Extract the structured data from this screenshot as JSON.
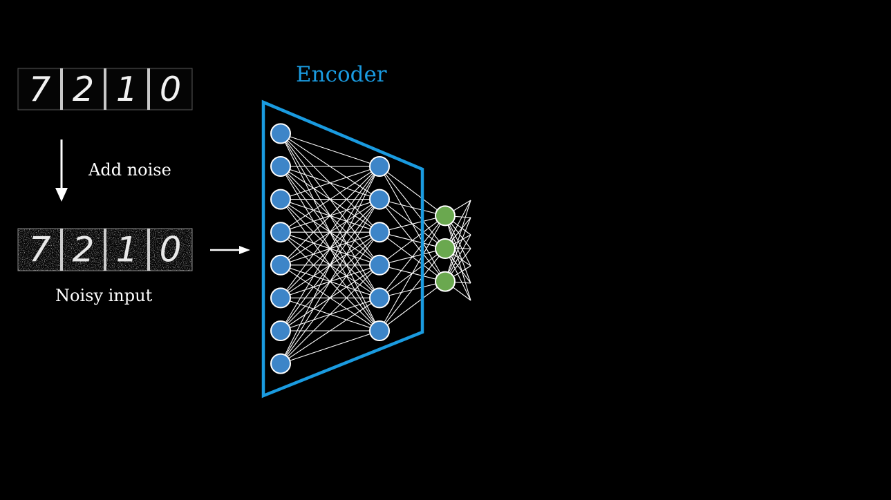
{
  "labels": {
    "add_noise": "Add noise",
    "noisy_input": "Noisy input",
    "encoder": "Encoder"
  },
  "digits": {
    "clean": [
      "7",
      "2",
      "1",
      "0"
    ],
    "noisy": [
      "7",
      "2",
      "1",
      "0"
    ]
  },
  "network": {
    "layer_sizes": [
      8,
      6,
      3
    ]
  },
  "colors": {
    "background": "#000000",
    "text": "#ffffff",
    "encoder": "#1a9be0",
    "node_blue": "#3d85c8",
    "node_green": "#6aa84f",
    "edge": "#ffffff"
  },
  "icons": {
    "down_arrow": "arrow-down-icon",
    "right_arrow": "arrow-right-icon"
  }
}
